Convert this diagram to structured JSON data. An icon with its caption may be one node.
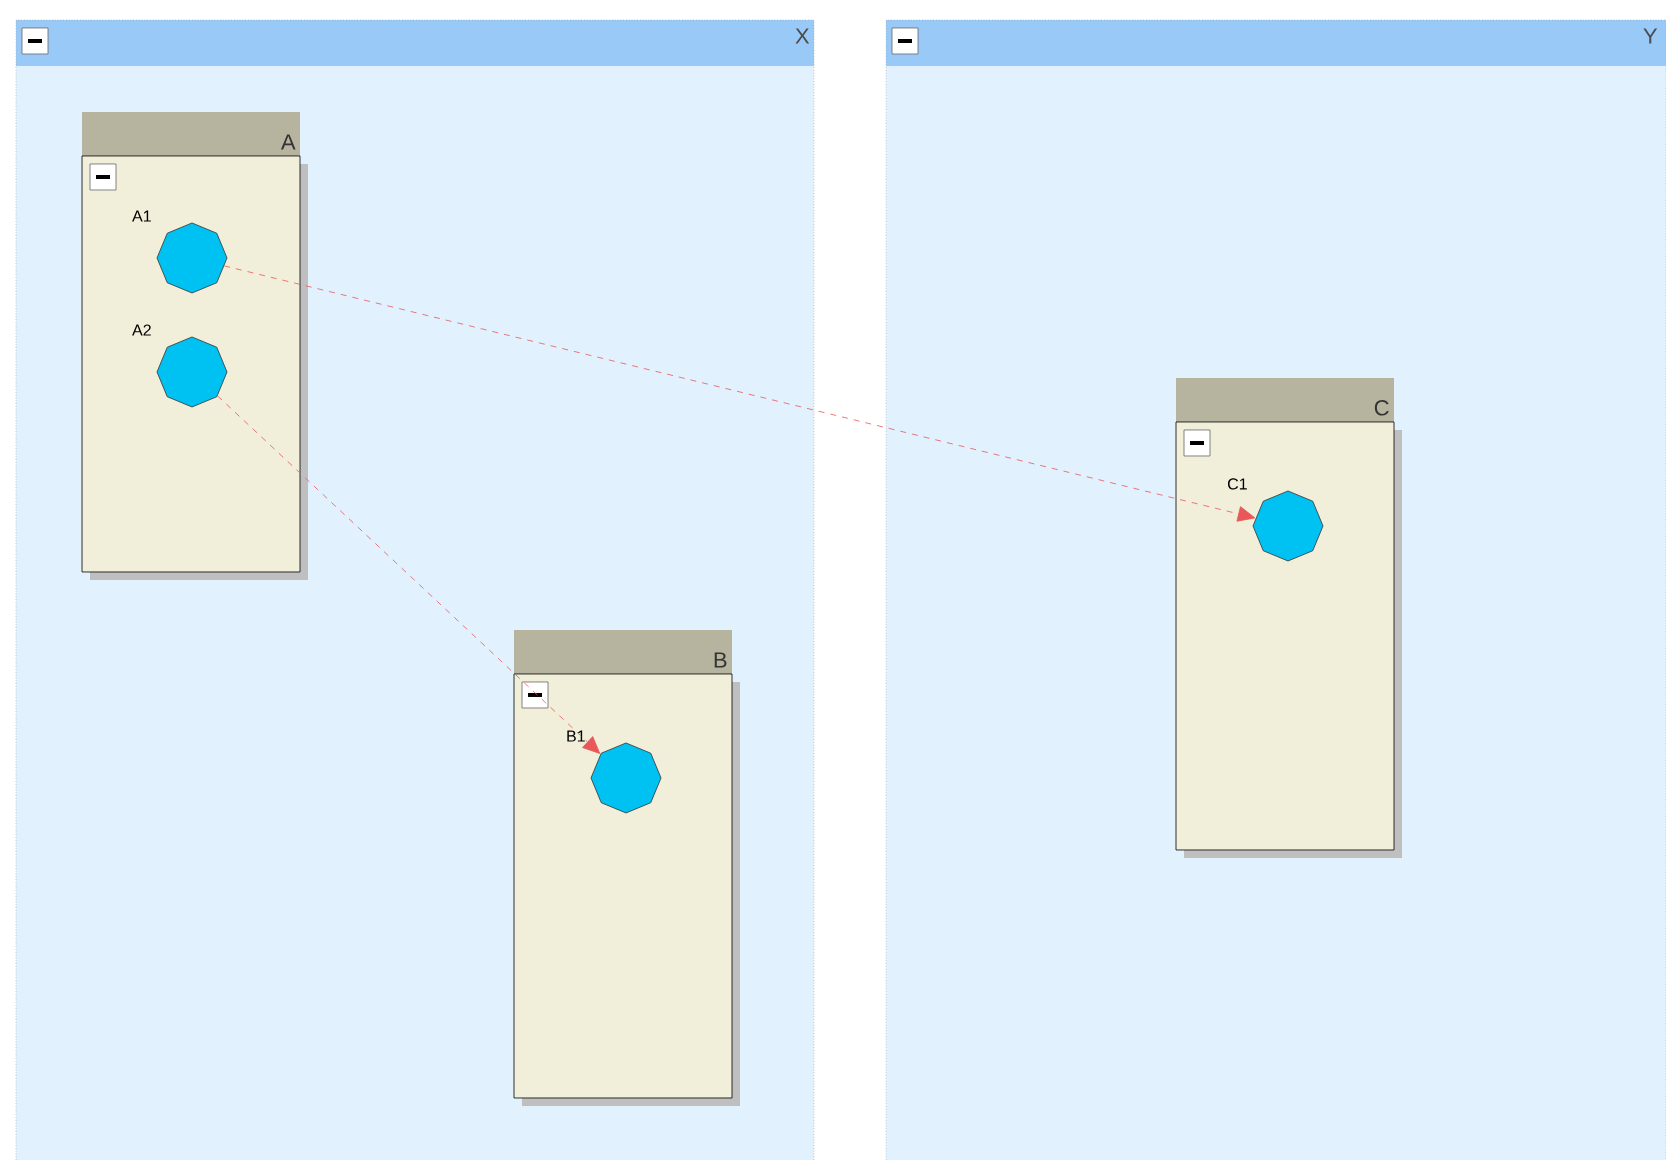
{
  "diagram": {
    "nodes": [
      {
        "text": [
          "X"
        ]
      },
      {
        "text": [
          "A"
        ],
        "in": 0
      },
      {
        "text": [
          "A1"
        ],
        "in": 1
      },
      {
        "text": [
          "A2"
        ],
        "in": 1
      },
      {
        "text": [
          "B"
        ],
        "in": 0
      },
      {
        "text": [
          "B1"
        ],
        "in": 4
      },
      {
        "text": [
          "Y"
        ]
      },
      {
        "text": [
          "C"
        ],
        "in": 6
      },
      {
        "text": [
          "C1"
        ],
        "in": 7
      }
    ],
    "edges": [
      {
        "from": 2,
        "to": 8,
        "arrow": "to",
        "style": "dashed"
      },
      {
        "from": 3,
        "to": 5,
        "arrow": "to",
        "style": "dashed"
      }
    ]
  }
}
